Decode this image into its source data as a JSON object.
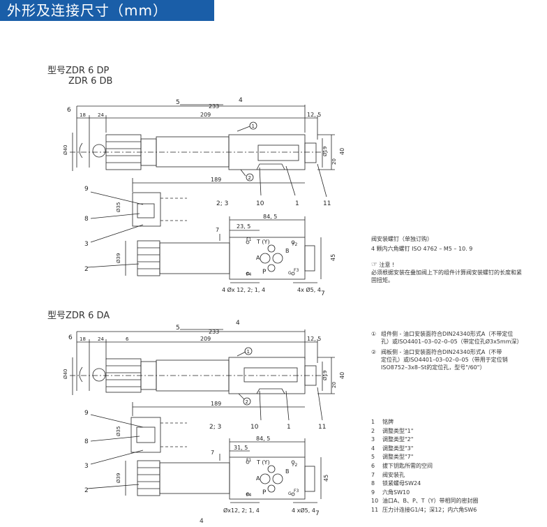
{
  "page": {
    "header": "外形及连接尺寸（mm）",
    "page_number": "4"
  },
  "section1": {
    "title_line1": "型号ZDR 6 DP",
    "title_line2": "ZDR 6 DB"
  },
  "section2": {
    "title": "型号ZDR 6 DA"
  },
  "dims": {
    "d233": "233",
    "d209": "209",
    "d18": "18",
    "d24": "24",
    "d6": "6",
    "d12_5": "12, 5",
    "d40": "Ø40",
    "d19": "Ø19",
    "d20": "20",
    "d40r": "40",
    "d189": "189",
    "d35": "Ø35",
    "d39": "Ø39",
    "d84_5": "84, 5",
    "d23_5": "23, 5",
    "d31_5": "31, 5",
    "d7": "7",
    "d45": "45",
    "holes1": "4 Øx  12, 2; 1, 4",
    "holes2": "Øx12, 2; 1, 4",
    "holes_b": "4x Ø5, 4",
    "holes_b2": "4 xØ5, 4",
    "ports": {
      "t": "T (Y)",
      "p": "P",
      "a": "A",
      "b": "B",
      "f1": "F1",
      "f2": "F2",
      "f3": "F3",
      "f4": "F4",
      "g": "G"
    }
  },
  "callouts": {
    "c1": "1",
    "c2": "2",
    "c3": "3",
    "c4": "4",
    "c5": "5",
    "c6": "6",
    "c7": "7",
    "c8": "8",
    "c9": "9",
    "c10": "10",
    "c11": "11",
    "c23": "2; 3"
  },
  "valve_screws": {
    "title": "阀安装螺钉（单独订购）",
    "line": "4 颗内六角螺钉  ISO  4762 – M5 – 10. 9"
  },
  "notice": {
    "label": "注意 !",
    "text_line1": "必须根据安装在叠加阀上下的组件计算阀安装螺钉的长度和紧",
    "text_line2": "固扭矩。"
  },
  "notes": {
    "n1_num": "①",
    "n1_line1": "组件侧 - 油口安装面符合DIN24340形式A（不带定位",
    "n1_line2": "孔）或ISO4401–03–02–0–05（带定位孔Ø3x5mm深）",
    "n2_num": "②",
    "n2_line1": "阀板侧 - 油口安装面符合DIN24340形式A（不带",
    "n2_line2": "定位孔）或ISO4401–03–02–0–05（带用于定位销",
    "n2_line3": "ISO8752–3x8–St的定位孔，型号\"/60\"）"
  },
  "legend": [
    {
      "num": "1",
      "text": "铭牌"
    },
    {
      "num": "2",
      "text": "调整类型\"1\""
    },
    {
      "num": "3",
      "text": "调整类型\"2\""
    },
    {
      "num": "4",
      "text": "调整类型\"3\""
    },
    {
      "num": "5",
      "text": "调整类型\"7\""
    },
    {
      "num": "6",
      "text": "拔下钥匙所需的空间"
    },
    {
      "num": "7",
      "text": "阀安装孔"
    },
    {
      "num": "8",
      "text": "锁紧螺母SW24"
    },
    {
      "num": "9",
      "text": "六角SW10"
    },
    {
      "num": "10",
      "text": "油口A、B、P、T（Y）带相同的密封圈"
    },
    {
      "num": "11",
      "text": "压力计连接G1/4；深12；内六角SW6"
    }
  ],
  "colors": {
    "header_bg": "#1a5ea8",
    "line": "#222222"
  }
}
